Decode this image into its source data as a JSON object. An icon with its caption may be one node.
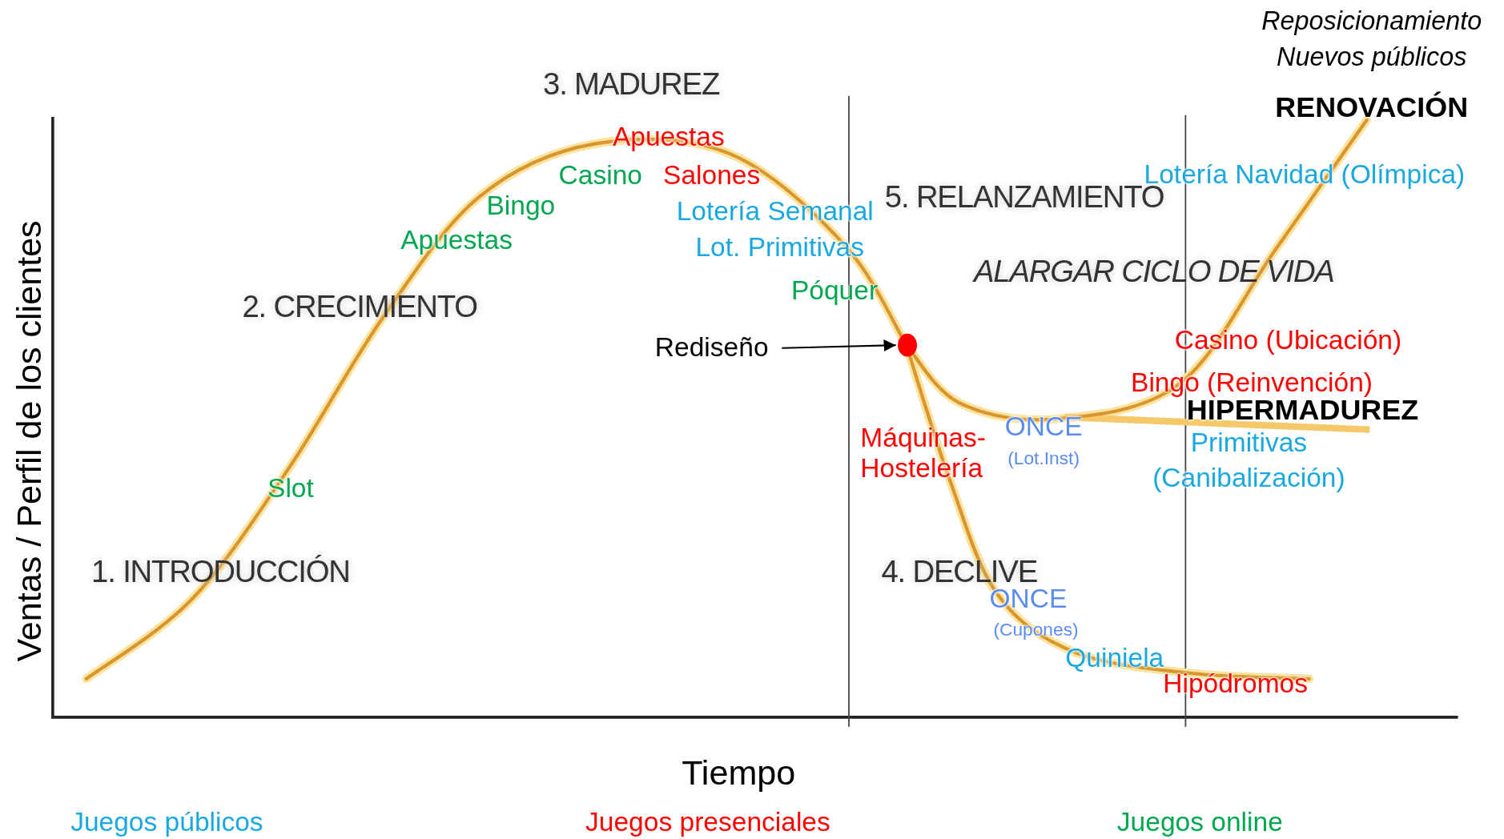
{
  "diagram": {
    "nodes": [
      {
        "text": [
          "Rediseño"
        ]
      },
      {
        "text": [],
        "shape": "circle"
      }
    ],
    "edges": [
      {
        "from": 0,
        "to": 1,
        "arrow": "to"
      }
    ],
    "labels": [
      "Reposicionamiento",
      "Nuevos públicos",
      "3. MADUREZ",
      "RENOVACIÓN",
      "Apuestas",
      "Casino",
      "Salones",
      "Lotería Navidad (Olímpica)",
      "5. RELANZAMIENTO",
      "Bingo",
      "Lotería Semanal",
      "Apuestas",
      "Lot. Primitivas",
      "ALARGAR CICLO DE VIDA",
      "Póquer",
      "2. CRECIMIENTO",
      "Casino (Ubicación)",
      "Bingo (Reinvención)",
      "HIPERMADUREZ",
      "ONCE",
      "Máquinas- Hostelería",
      "(Lot.Inst)",
      "Primitivas",
      "Slot",
      "(Canibalización)",
      "1. INTRODUCCIÓN",
      "4. DECLIVE",
      "ONCE",
      "(Cupones)",
      "Quiniela",
      "Hipódromos",
      "Ventas / Perfil de los clientes",
      "Tiempo",
      "Juegos públicos",
      "Juegos presenciales",
      "Juegos online"
    ]
  }
}
